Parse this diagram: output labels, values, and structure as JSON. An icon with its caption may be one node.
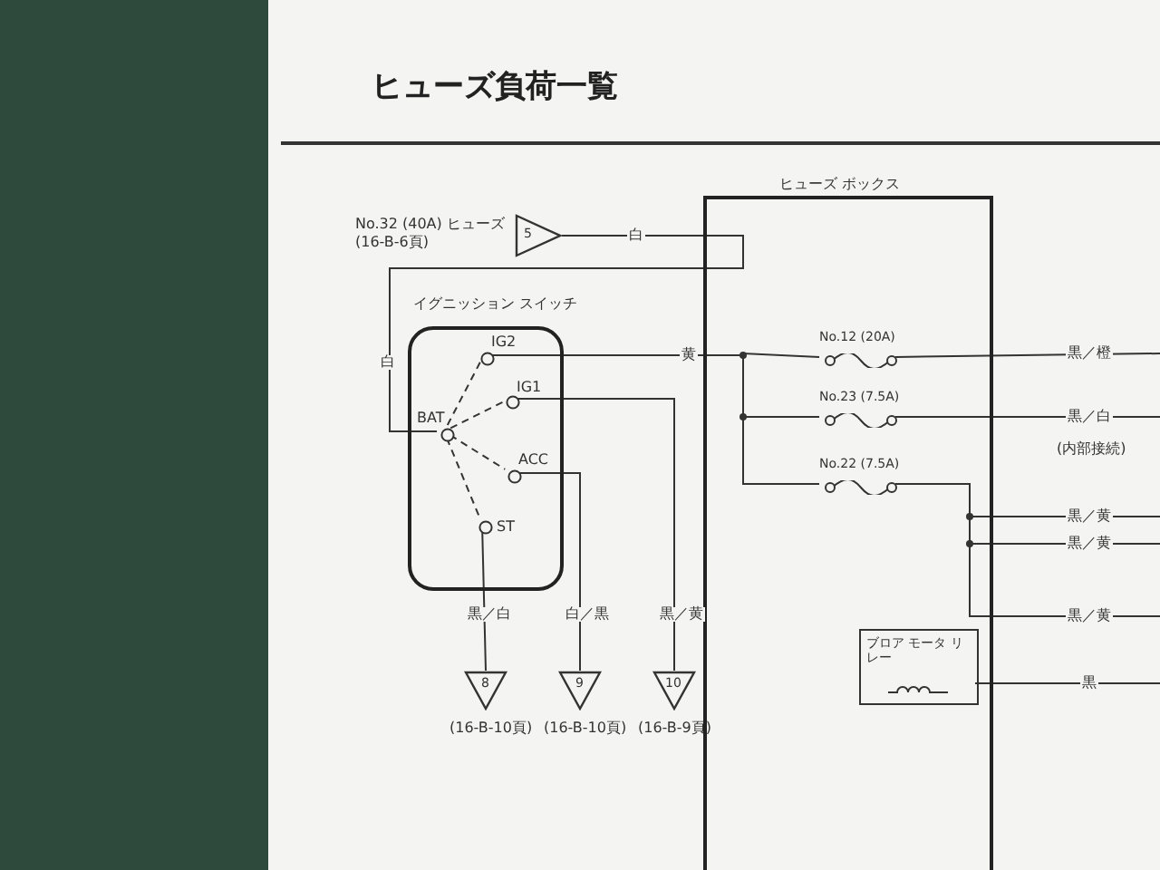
{
  "diagram": {
    "title": "ヒューズ負荷一覧",
    "nodes": [
      {
        "text": [
          "5"
        ],
        "beside": [
          "No.32 (40A) ヒューズ",
          "(16-B-6頁)"
        ]
      },
      {
        "text": [
          "イグニッション スイッチ"
        ]
      },
      {
        "text": [
          "BAT"
        ],
        "in": 1
      },
      {
        "text": [
          "IG2"
        ],
        "in": 1
      },
      {
        "text": [
          "IG1"
        ],
        "in": 1
      },
      {
        "text": [
          "ACC"
        ],
        "in": 1
      },
      {
        "text": [
          "ST"
        ],
        "in": 1
      },
      {
        "text": [
          "8"
        ],
        "beside": [
          "(16-B-10頁)"
        ]
      },
      {
        "text": [
          "9"
        ],
        "beside": [
          "(16-B-10頁)"
        ]
      },
      {
        "text": [
          "10"
        ],
        "beside": [
          "(16-B-9頁)"
        ]
      },
      {
        "text": [
          "ヒューズ ボックス"
        ]
      },
      {
        "text": [
          "No.12 (20A)"
        ],
        "in": 10
      },
      {
        "text": [
          "No.23 (7.5A)"
        ],
        "in": 10
      },
      {
        "text": [
          "No.22 (7.5A)"
        ],
        "in": 10
      },
      {
        "text": [
          "ブロア モータ リレー"
        ],
        "in": 10
      }
    ],
    "edges": [
      {
        "from": 0,
        "to": 2,
        "arrow": "none",
        "label": "白"
      },
      {
        "from": 3,
        "to": 11,
        "arrow": "none",
        "label": "黄"
      },
      {
        "from": 3,
        "to": 12,
        "arrow": "none"
      },
      {
        "from": 3,
        "to": 13,
        "arrow": "none"
      },
      {
        "from": 11,
        "to": null,
        "arrow": "none",
        "label": "黒／橙"
      },
      {
        "from": 12,
        "to": null,
        "arrow": "none",
        "label": "黒／白"
      },
      {
        "from": 13,
        "to": null,
        "arrow": "none",
        "label": "黒／黄"
      },
      {
        "from": 13,
        "to": null,
        "arrow": "none",
        "label": "黒／黄"
      },
      {
        "from": 13,
        "to": null,
        "arrow": "none",
        "label": "黒／黄"
      },
      {
        "from": 14,
        "to": null,
        "arrow": "none",
        "label": "黒"
      },
      {
        "from": 4,
        "to": 9,
        "arrow": "none",
        "label": "黒／黄"
      },
      {
        "from": 5,
        "to": 8,
        "arrow": "none",
        "label": "白／黒"
      },
      {
        "from": 6,
        "to": 7,
        "arrow": "none",
        "label": "黒／白"
      },
      {
        "from": 2,
        "to": 3,
        "arrow": "none",
        "style": "dashed"
      },
      {
        "from": 2,
        "to": 4,
        "arrow": "none",
        "style": "dashed"
      },
      {
        "from": 2,
        "to": 5,
        "arrow": "none",
        "style": "dashed"
      },
      {
        "from": 2,
        "to": 6,
        "arrow": "none",
        "style": "dashed"
      }
    ],
    "labels": [
      "白",
      "(内部接続)"
    ]
  }
}
